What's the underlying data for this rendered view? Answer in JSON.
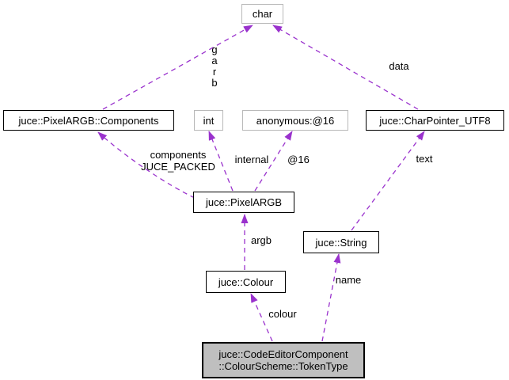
{
  "diagram": {
    "type": "collaboration-graph",
    "colors": {
      "edge": "#9a32cd",
      "node_border": "#000000",
      "plain_node_border": "#b9b9b9",
      "highlight_fill": "#bfbfbf",
      "background": "#ffffff"
    },
    "nodes": {
      "char": {
        "label": "char"
      },
      "components": {
        "label": "juce::PixelARGB::Components"
      },
      "int_type": {
        "label": "int"
      },
      "anonymous16": {
        "label": "anonymous:@16"
      },
      "charpointer_utf8": {
        "label": "juce::CharPointer_UTF8"
      },
      "pixelargb": {
        "label": "juce::PixelARGB"
      },
      "string": {
        "label": "juce::String"
      },
      "colour": {
        "label": "juce::Colour"
      },
      "tokentype": {
        "label": "juce::CodeEditorComponent\n::ColourScheme::TokenType"
      }
    },
    "edge_labels": {
      "garb": "g\na\nr\nb",
      "data": "data",
      "components_packed": "components\nJUCE_PACKED",
      "internal": "internal",
      "at16": "@16",
      "text": "text",
      "argb": "argb",
      "name": "name",
      "colour": "colour"
    }
  }
}
